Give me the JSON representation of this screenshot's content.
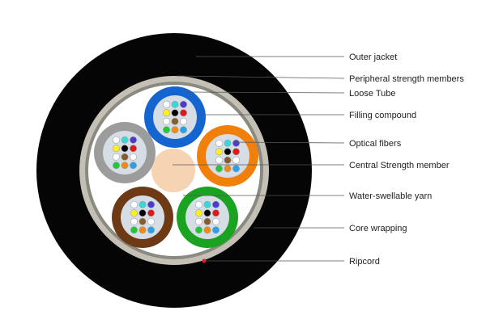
{
  "diagram": {
    "callouts": [
      {
        "id": "outer-jacket",
        "label": "Outer jacket"
      },
      {
        "id": "peripheral-strength-members",
        "label": "Peripheral strength members"
      },
      {
        "id": "loose-tube",
        "label": "Loose Tube"
      },
      {
        "id": "filling-compound",
        "label": "Filling compound"
      },
      {
        "id": "optical-fibers",
        "label": "Optical fibers"
      },
      {
        "id": "central-strength-member",
        "label": "Central Strength member"
      },
      {
        "id": "water-swellable-yarn",
        "label": "Water-swellable yarn"
      },
      {
        "id": "core-wrapping",
        "label": "Core wrapping"
      },
      {
        "id": "ripcord",
        "label": "Ripcord"
      }
    ],
    "colors": {
      "jacket": "#050505",
      "strength_ring": "#c4c0b6",
      "core_wrap": "#8a8a80",
      "core_fill": "#ffffff",
      "central_member": "#f6d3b2",
      "filling_gel": "#d6dde4",
      "ripcord": "#e02020",
      "leader_line": "#555555"
    },
    "loose_tubes": [
      {
        "name": "tube-blue",
        "color": "#1565d0"
      },
      {
        "name": "tube-orange",
        "color": "#f07f0c"
      },
      {
        "name": "tube-green",
        "color": "#1aa320"
      },
      {
        "name": "tube-brown",
        "color": "#6e3a16"
      },
      {
        "name": "tube-gray",
        "color": "#9c9c9c"
      }
    ],
    "fiber_colors": [
      "#ffffff",
      "#38d8d8",
      "#4a3ad0",
      "#ffee22",
      "#000000",
      "#e01818",
      "#ffffff",
      "#8a5a2a",
      "#ffffff",
      "#22c838",
      "#f08a10",
      "#2aa0e8"
    ]
  }
}
